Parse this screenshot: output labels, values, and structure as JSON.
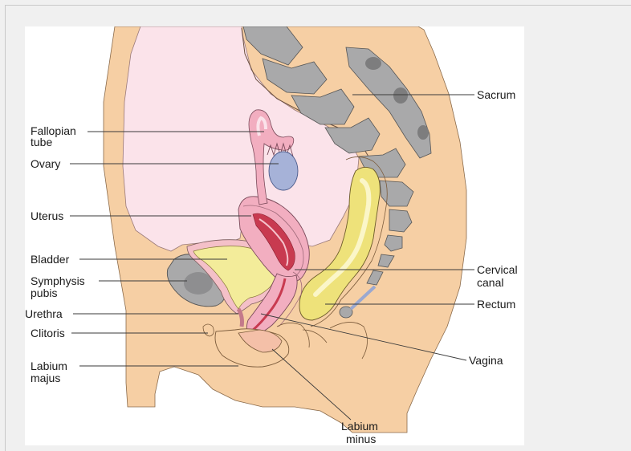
{
  "labels": {
    "sacrum": "Sacrum",
    "fallopian_tube_1": "Fallopian",
    "fallopian_tube_2": "tube",
    "ovary": "Ovary",
    "uterus": "Uterus",
    "bladder": "Bladder",
    "symphysis_pubis_1": "Symphysis",
    "symphysis_pubis_2": "pubis",
    "urethra": "Urethra",
    "clitoris": "Clitoris",
    "labium_majus_1": "Labium",
    "labium_majus_2": "majus",
    "cervical_canal_1": "Cervical",
    "cervical_canal_2": "canal",
    "rectum": "Rectum",
    "vagina": "Vagina",
    "labium_minus_1": "Labium",
    "labium_minus_2": "minus"
  },
  "colors": {
    "background": "#f0f0f0",
    "panel": "#ffffff",
    "skin": "#f6cfa4",
    "abdominal_cavity": "#fbe3ea",
    "bone": "#a9a9aa",
    "bone_shade": "#7d7d7e",
    "bladder": "#f3ec9a",
    "rectum": "#eee27a",
    "uterus": "#f2aec0",
    "uterus_lining": "#c83a50",
    "ovary": "#a6b2d8"
  }
}
